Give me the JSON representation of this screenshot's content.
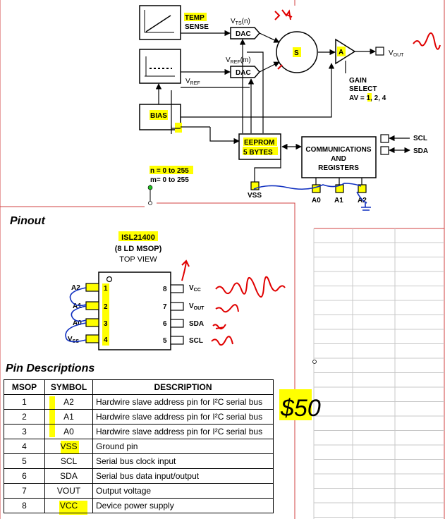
{
  "block_diagram": {
    "temp_sense_label": [
      "TEMP",
      "SENSE"
    ],
    "vts_label": "V",
    "vts_sub": "TS",
    "vts_suffix": "(n)",
    "vref_m_label": "V",
    "vref_m_sub": "REF",
    "vref_m_suffix": "(m)",
    "vref_label": "V",
    "vref_sub": "REF",
    "dac_label": "DAC",
    "sum_label": "S",
    "amp_label": "A",
    "vout_label": "V",
    "vout_sub": "OUT",
    "gain_select": [
      "GAIN",
      "SELECT",
      "AV = 1, 2, 4"
    ],
    "bias_label": "BIAS",
    "eeprom_label": [
      "EEPROM",
      "5 BYTES"
    ],
    "comm_label": [
      "COMMUNICATIONS",
      "AND",
      "REGISTERS"
    ],
    "scl_label": "SCL",
    "sda_label": "SDA",
    "vss_label": "VSS",
    "a0_label": "A0",
    "a1_label": "A1",
    "a2_label": "A2",
    "n_range": "n = 0 to 255",
    "m_range": "m= 0 to 255"
  },
  "pinout": {
    "section_title": "Pinout",
    "chip_name": "ISL21400",
    "chip_package": "(8 LD MSOP)",
    "top_view": "TOP VIEW",
    "left_pins": [
      {
        "num": "1",
        "name": "A2"
      },
      {
        "num": "2",
        "name": "A1"
      },
      {
        "num": "3",
        "name": "A0"
      },
      {
        "num": "4",
        "name": "V",
        "sub": "SS"
      }
    ],
    "right_pins": [
      {
        "num": "8",
        "name": "V",
        "sub": "CC"
      },
      {
        "num": "7",
        "name": "V",
        "sub": "OUT"
      },
      {
        "num": "6",
        "name": "SDA"
      },
      {
        "num": "5",
        "name": "SCL"
      }
    ]
  },
  "pin_descriptions": {
    "section_title": "Pin Descriptions",
    "headers": [
      "MSOP",
      "SYMBOL",
      "DESCRIPTION"
    ],
    "rows": [
      {
        "msop": "1",
        "symbol": "A2",
        "description": "Hardwire slave address pin for I²C serial bus"
      },
      {
        "msop": "2",
        "symbol": "A1",
        "description": "Hardwire slave address pin for I²C serial bus"
      },
      {
        "msop": "3",
        "symbol": "A0",
        "description": "Hardwire slave address pin for I²C serial bus"
      },
      {
        "msop": "4",
        "symbol": "VSS",
        "description": "Ground pin"
      },
      {
        "msop": "5",
        "symbol": "SCL",
        "description": "Serial bus clock input"
      },
      {
        "msop": "6",
        "symbol": "SDA",
        "description": "Serial bus data input/output"
      },
      {
        "msop": "7",
        "symbol": "VOUT",
        "description": "Output voltage"
      },
      {
        "msop": "8",
        "symbol": "VCC",
        "description": "Device power supply"
      }
    ]
  },
  "annotations": {
    "price": "$50"
  },
  "colors": {
    "highlight": "#ffff00",
    "ink_red": "#e00000",
    "ink_blue": "#1030c0",
    "frame_red": "#d04040"
  }
}
